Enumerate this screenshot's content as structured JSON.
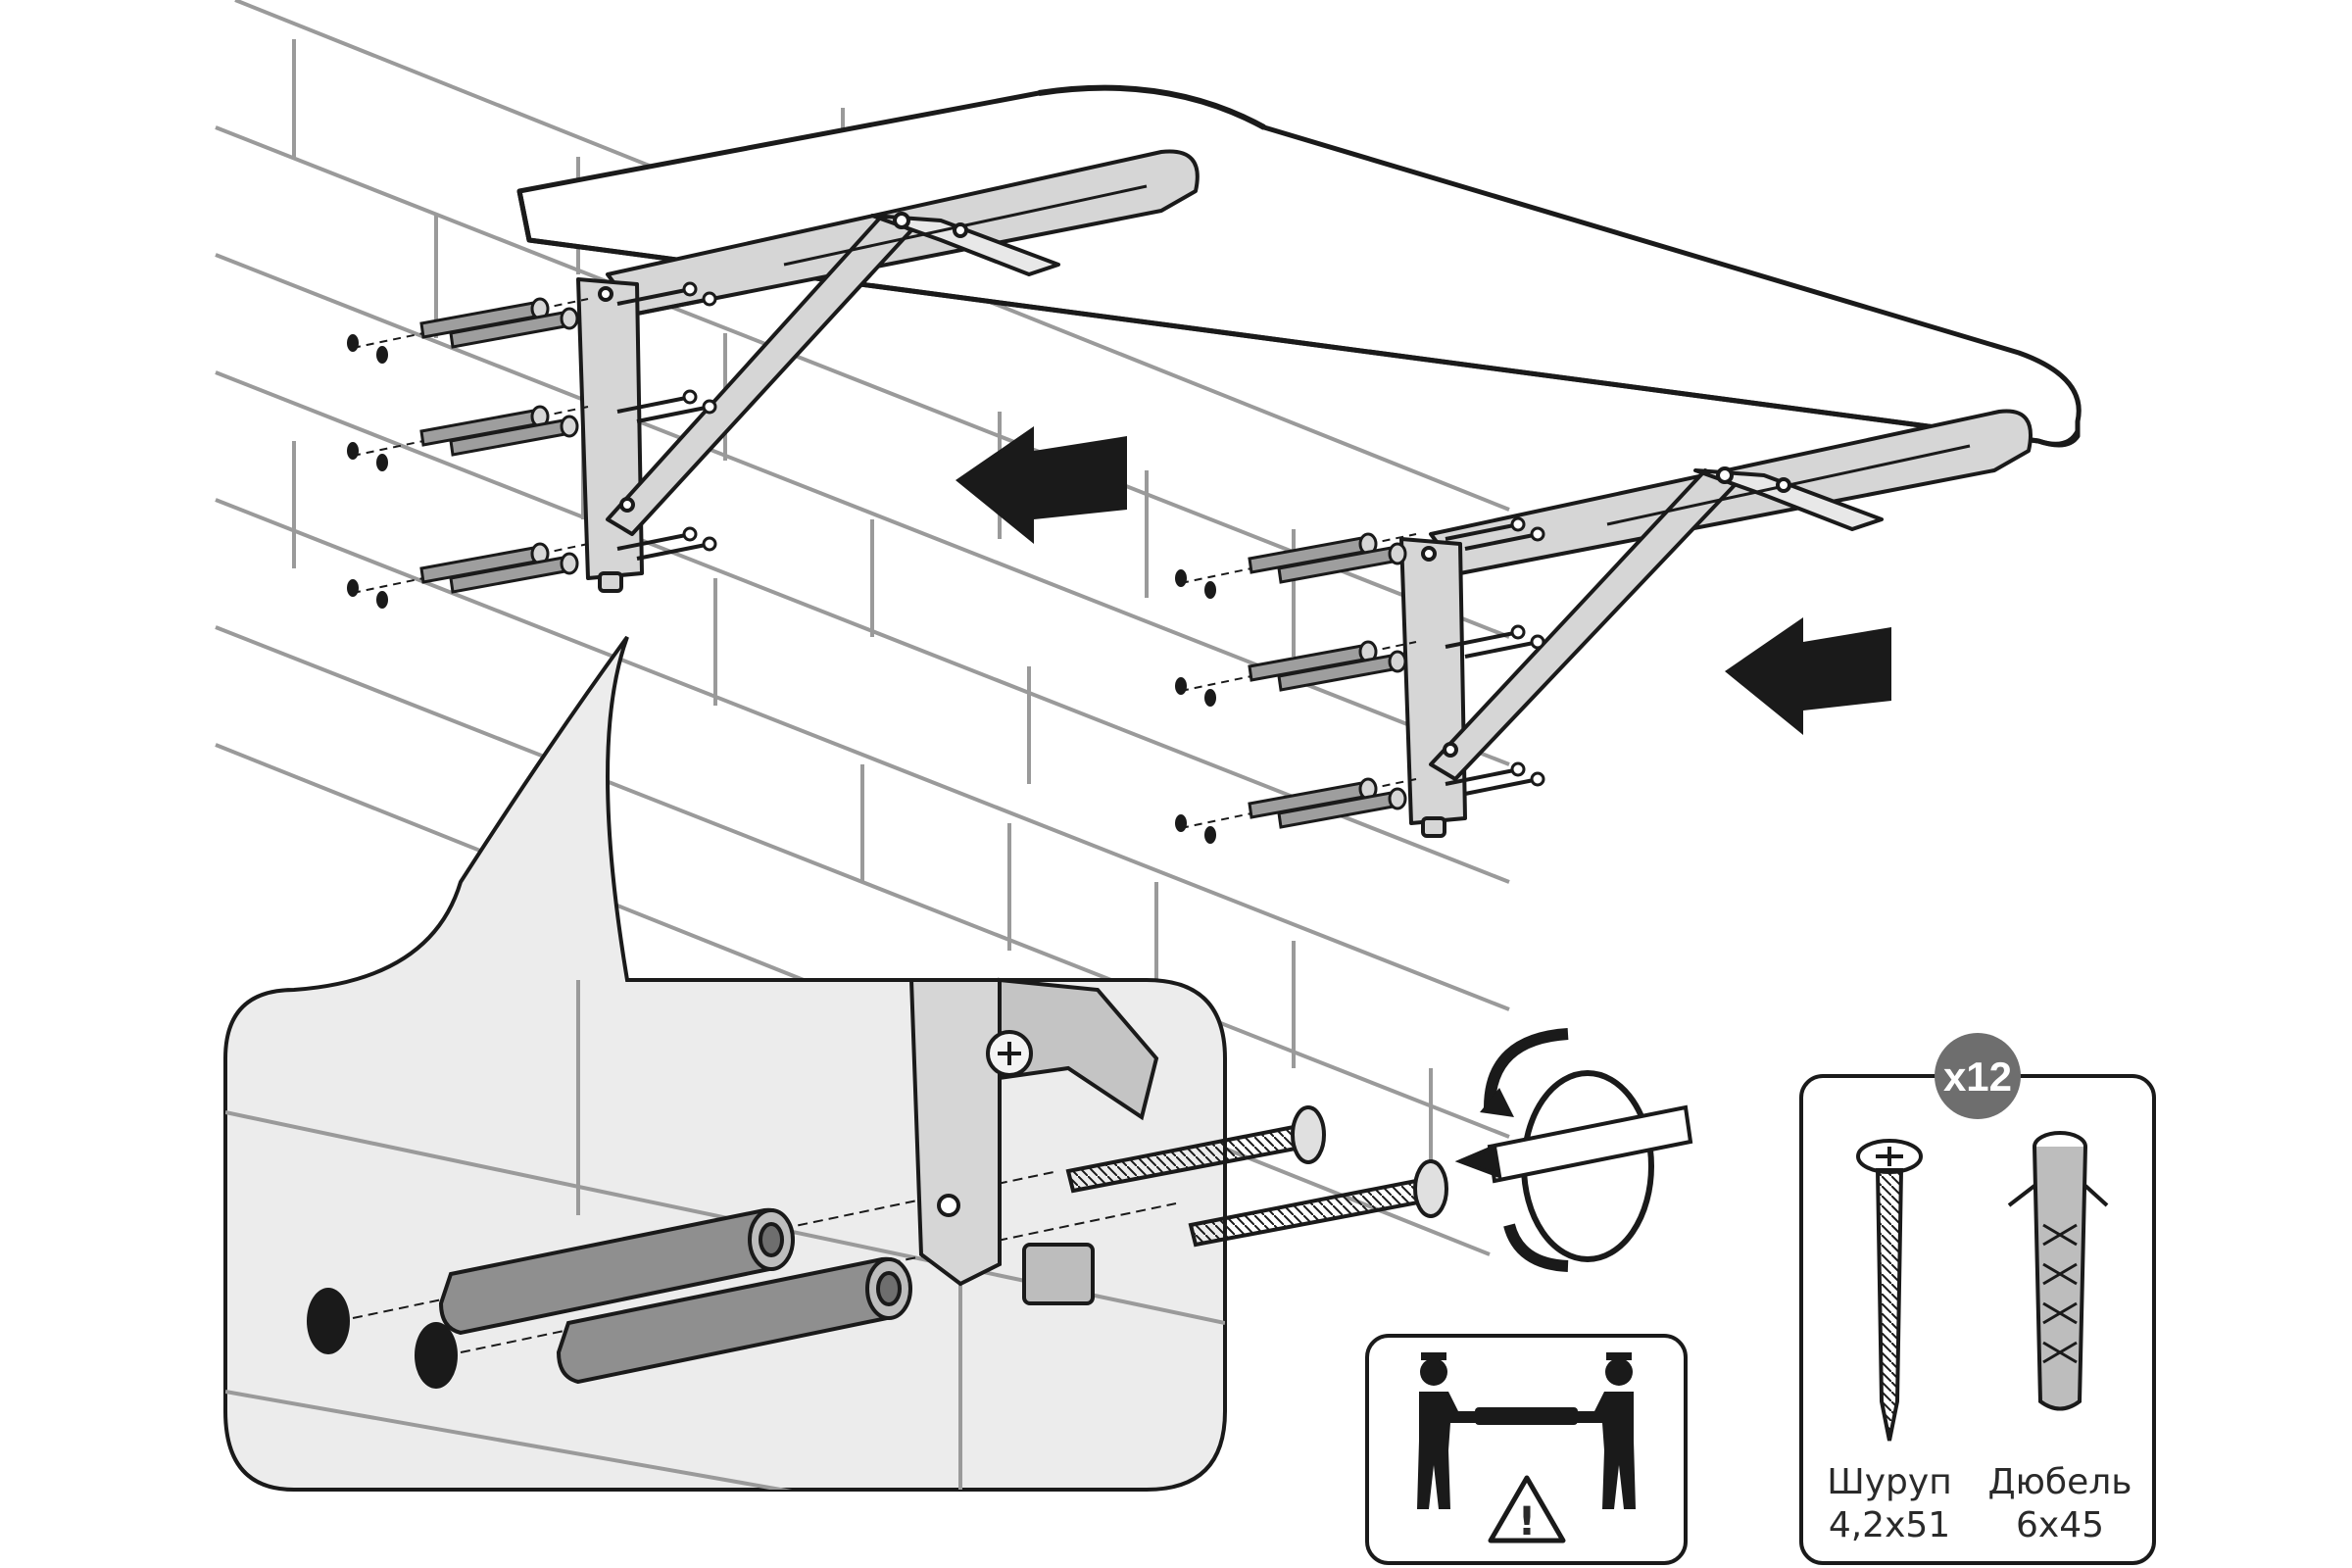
{
  "parts": {
    "quantity": "x12",
    "screw": {
      "name": "Шуруп",
      "size": "4,2x51"
    },
    "dowel": {
      "name": "Дюбель",
      "size": "6x45"
    }
  },
  "warning": {
    "people": 2,
    "symbol": "!"
  },
  "colors": {
    "line": "#1a1a1a",
    "wall_line": "#9a9a9a",
    "metal": "#cfcfcf",
    "metal_dark": "#9e9e9e",
    "callout_bg": "#ececec",
    "badge": "#6e6e6e",
    "arrow": "#1a1a1a"
  },
  "icons": [
    "left-arrow-icon",
    "rotate-icon",
    "screwdriver-icon",
    "warning-triangle-icon",
    "two-person-lift-icon",
    "screw-icon",
    "dowel-icon"
  ]
}
